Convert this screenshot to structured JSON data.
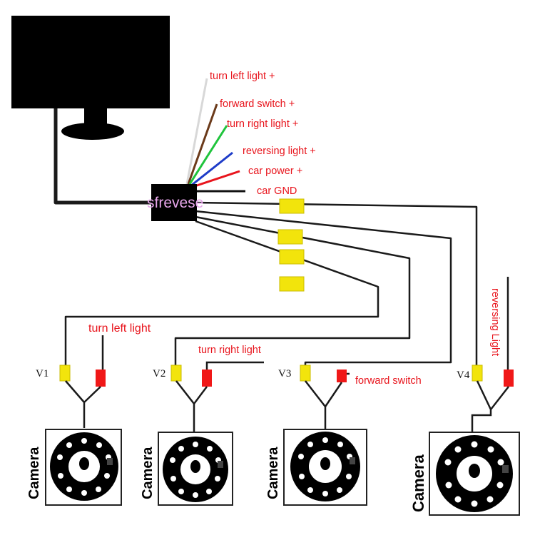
{
  "brand": "sfrevese",
  "monitor_wires": [
    {
      "label": "turn left light +",
      "color": "#d8d8d8"
    },
    {
      "label": "forward switch +",
      "color": "#6b3a1a"
    },
    {
      "label": "turn right light +",
      "color": "#1fc43c"
    },
    {
      "label": "reversing light +",
      "color": "#1e3cc8"
    },
    {
      "label": "car power +",
      "color": "#e8141c"
    },
    {
      "label": "car GND",
      "color": "#111111"
    }
  ],
  "channels": [
    {
      "id": "V1",
      "trigger": "turn left light",
      "camera_label": "Camera"
    },
    {
      "id": "V2",
      "trigger": "turn right light",
      "camera_label": "Camera"
    },
    {
      "id": "V3",
      "trigger": "forward switch",
      "camera_label": "Camera"
    },
    {
      "id": "V4",
      "trigger": "reversing Light",
      "camera_label": "Camera"
    }
  ],
  "colors": {
    "label_red": "#e8141c",
    "connector_yellow": "#f2e40c",
    "connector_red": "#f01818",
    "wire": "#1a1a1a"
  }
}
